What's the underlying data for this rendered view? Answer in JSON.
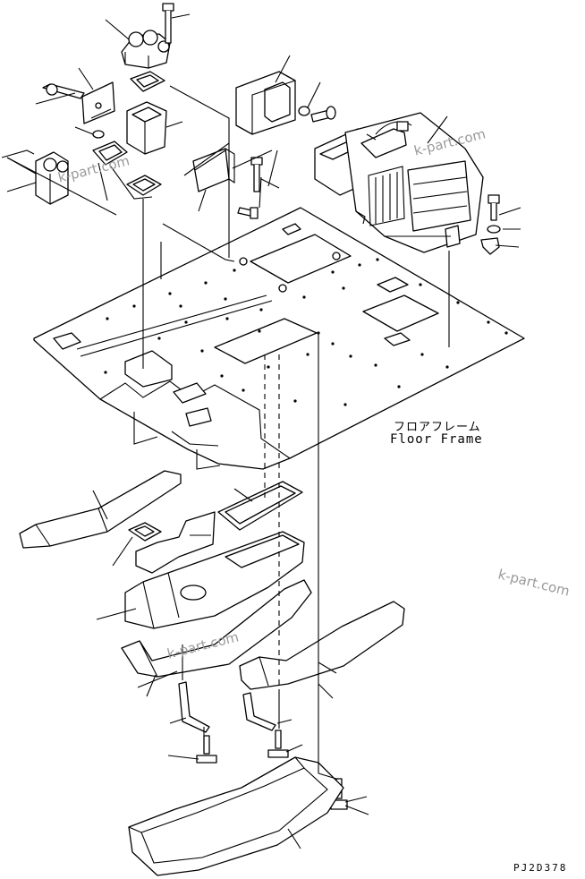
{
  "labels": {
    "floor_frame_jp": "フロアフレーム",
    "floor_frame_en": "Floor Frame",
    "drawing_code": "PJ2D378"
  },
  "watermark": "k-part.com"
}
